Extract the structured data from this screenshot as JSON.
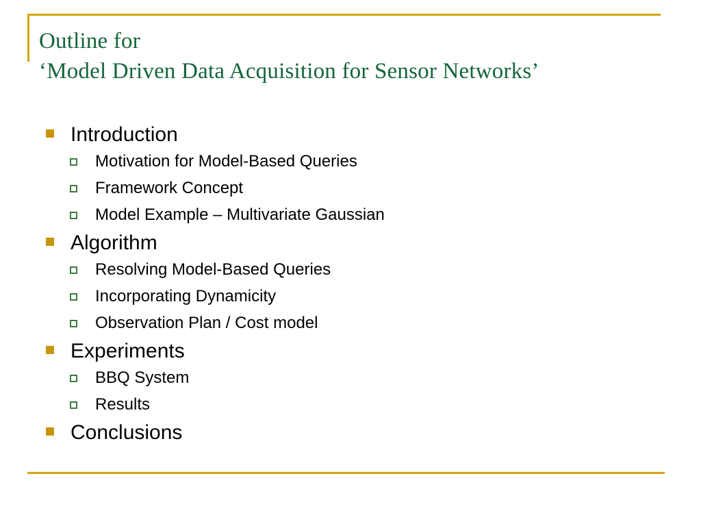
{
  "slide": {
    "background_color": "#ffffff",
    "accent_color": "#d2a514",
    "title_color": "#14653a",
    "bullet_level1_color": "#c8960c",
    "bullet_level2_color": "#3f7a3f",
    "body_text_color": "#000000"
  },
  "title": {
    "line1": "Outline for",
    "line2": "‘Model Driven Data Acquisition for Sensor Networks’"
  },
  "outline": [
    {
      "level": 1,
      "text": "Introduction"
    },
    {
      "level": 2,
      "text": "Motivation for Model-Based Queries"
    },
    {
      "level": 2,
      "text": "Framework Concept"
    },
    {
      "level": 2,
      "text": "Model Example – Multivariate Gaussian"
    },
    {
      "level": 1,
      "text": "Algorithm"
    },
    {
      "level": 2,
      "text": "Resolving Model-Based Queries"
    },
    {
      "level": 2,
      "text": "Incorporating Dynamicity"
    },
    {
      "level": 2,
      "text": "Observation Plan / Cost model"
    },
    {
      "level": 1,
      "text": "Experiments"
    },
    {
      "level": 2,
      "text": "BBQ System"
    },
    {
      "level": 2,
      "text": "Results"
    },
    {
      "level": 1,
      "text": "Conclusions"
    }
  ]
}
